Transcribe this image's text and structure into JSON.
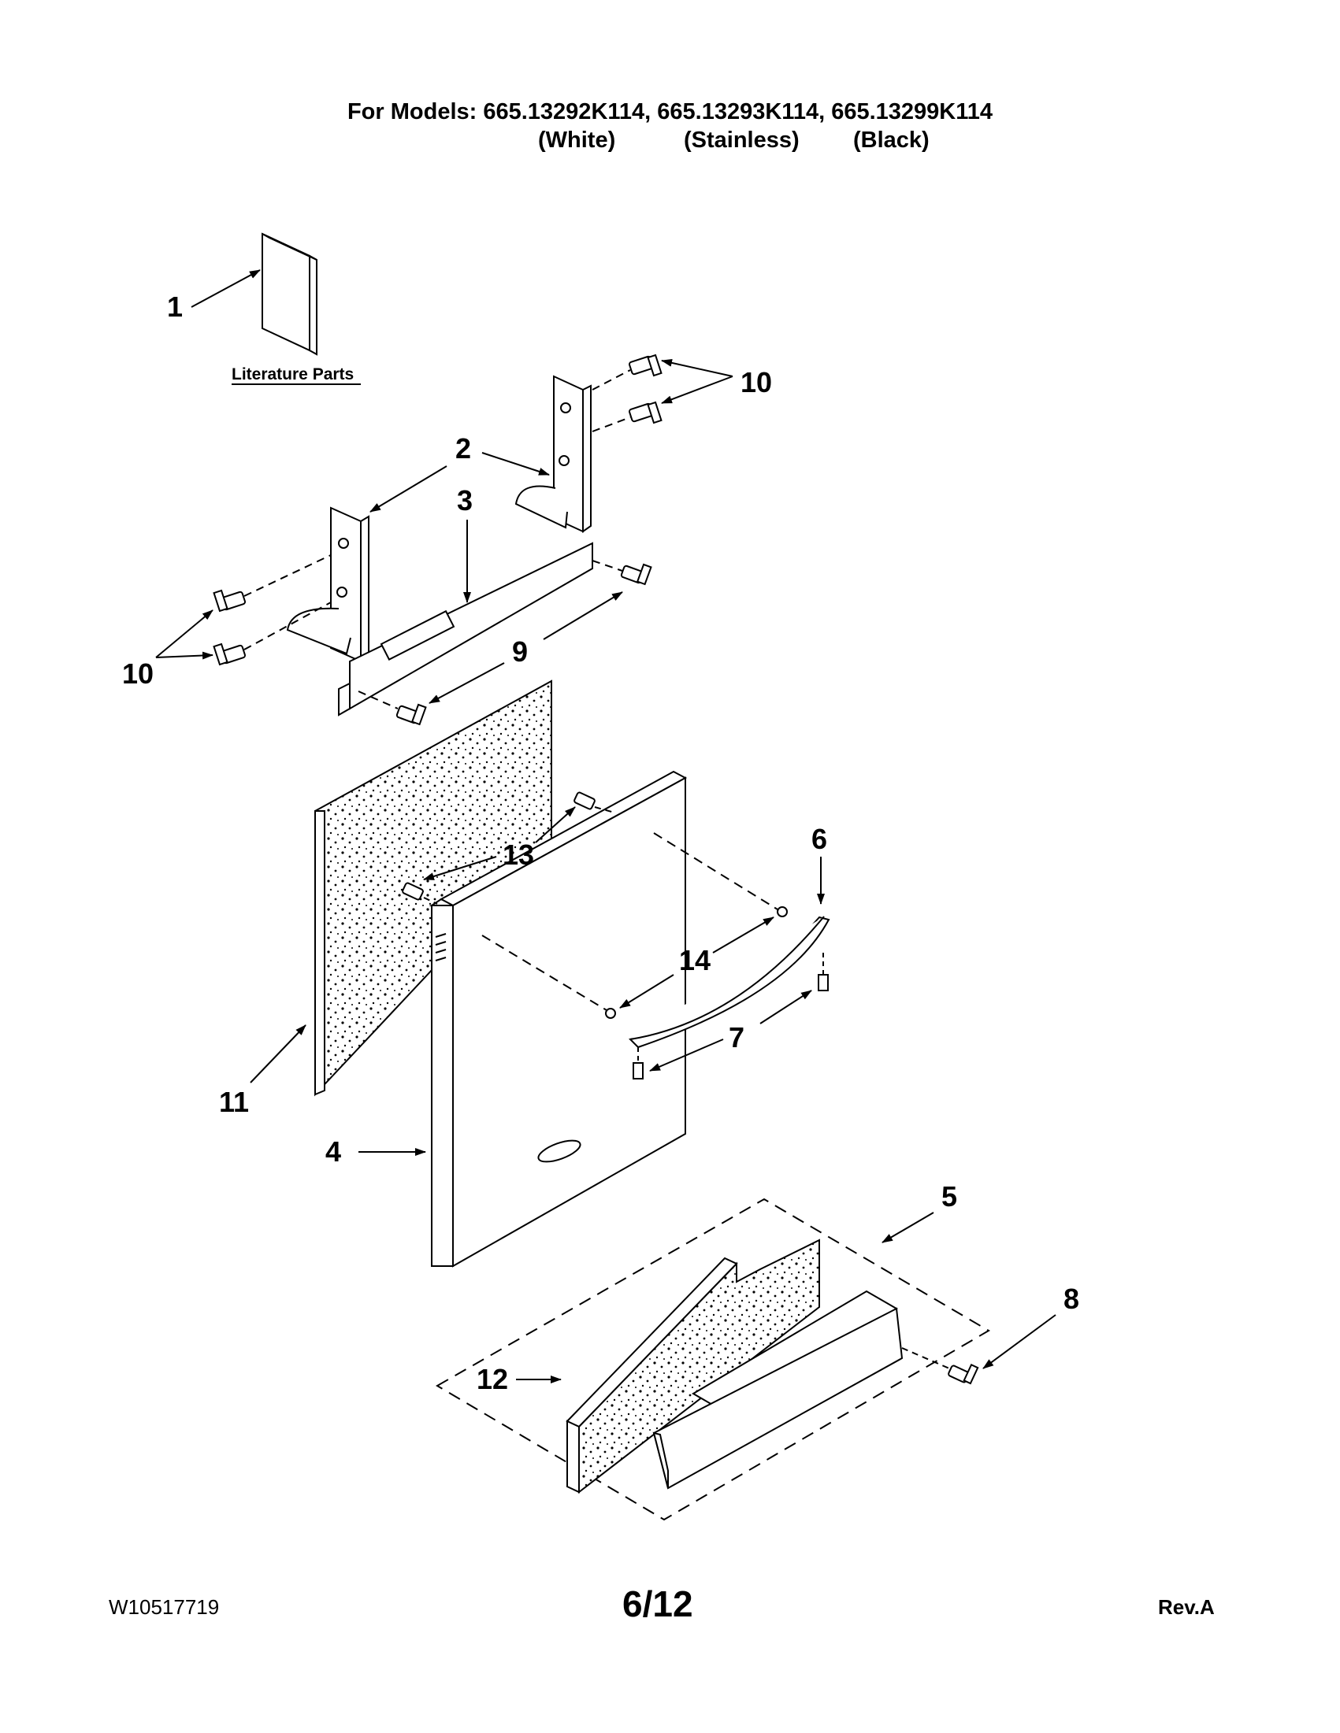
{
  "header": {
    "models_line": "For Models: 665.13292K114, 665.13293K114, 665.13299K114",
    "variants": [
      "(White)",
      "(Stainless)",
      "(Black)"
    ]
  },
  "literature_label": "Literature Parts",
  "callouts": {
    "c1": "1",
    "c2": "2",
    "c3": "3",
    "c4": "4",
    "c5": "5",
    "c6": "6",
    "c7": "7",
    "c8": "8",
    "c9": "9",
    "c10a": "10",
    "c10b": "10",
    "c11": "11",
    "c12": "12",
    "c13": "13",
    "c14": "14"
  },
  "footer": {
    "doc_number": "W10517719",
    "page": "6/12",
    "revision": "Rev.A"
  }
}
